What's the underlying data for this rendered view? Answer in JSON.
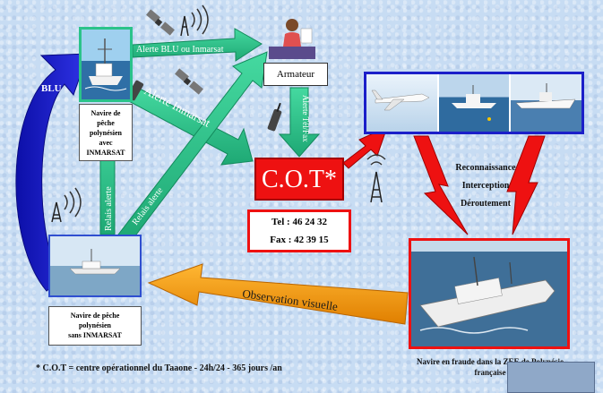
{
  "arrows": {
    "blu": "BLU",
    "alerte_blu_inmarsat": "Alerte BLU ou Inmarsat",
    "alerte_inmarsat": "Alerte Inmarsat",
    "relais_alerte_1": "Relais alerte",
    "relais_alerte_2": "Relais alerte",
    "alerte_telfax": "Alerte Tél/Fax",
    "observation": "Observation visuelle"
  },
  "nodes": {
    "navire_inmarsat": {
      "line1": "Navire de",
      "line2": "pêche",
      "line3": "polynésien",
      "line4": "avec",
      "line5": "INMARSAT"
    },
    "navire_sans": {
      "line1": "Navire de pêche",
      "line2": "polynésien",
      "line3": "sans INMARSAT"
    },
    "armateur": "Armateur",
    "cot": "C.O.T*",
    "tel": "Tel : 46 24 32",
    "fax": "Fax : 42 39 15",
    "actions": [
      "Reconnaissance",
      "Interception",
      "Déroutement"
    ],
    "fraude": {
      "line1": "Navire en fraude dans la ZEE de Polynésie",
      "line2": "française"
    }
  },
  "footnote": "* C.O.T = centre opérationnel du Taaone - 24h/24 - 365 jours /an",
  "colors": {
    "green": "#2bc38a",
    "blue": "#1b1fc9",
    "red": "#ee1111",
    "orange": "#f59a0c"
  }
}
